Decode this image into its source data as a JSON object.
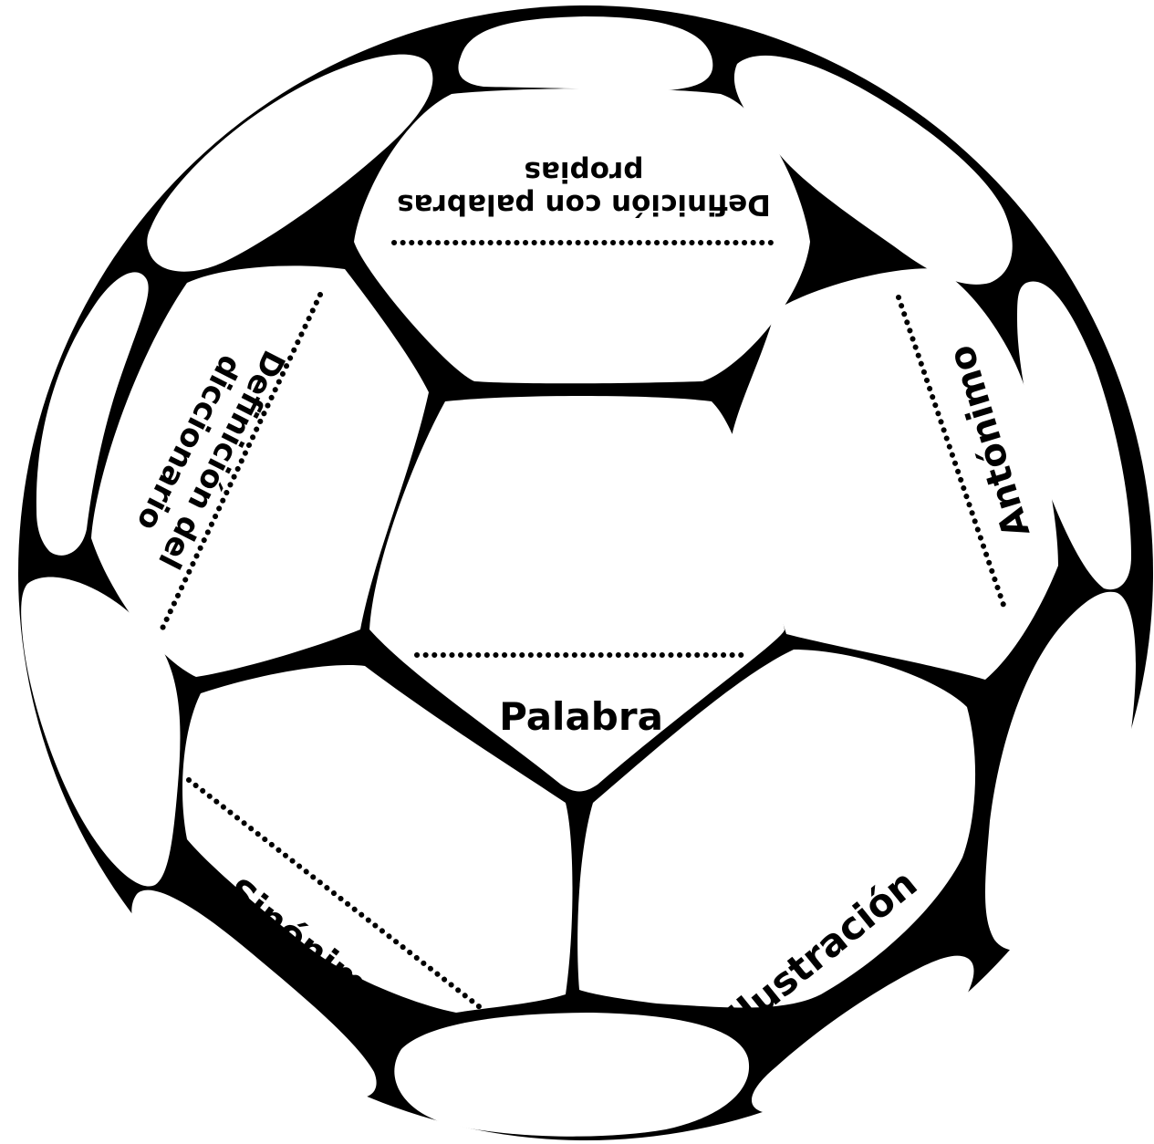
{
  "worksheet": {
    "center_label": "Palabra",
    "top_label_line1": "Definición con palabras",
    "top_label_line2": "propias",
    "left_label_line1": "Definición del",
    "left_label_line2": "diccionario",
    "right_label": "Antónimo",
    "bottom_left_label": "Sinónimo",
    "bottom_right_label": "Ilustración"
  },
  "colors": {
    "ink": "#000000",
    "paper": "#ffffff"
  }
}
